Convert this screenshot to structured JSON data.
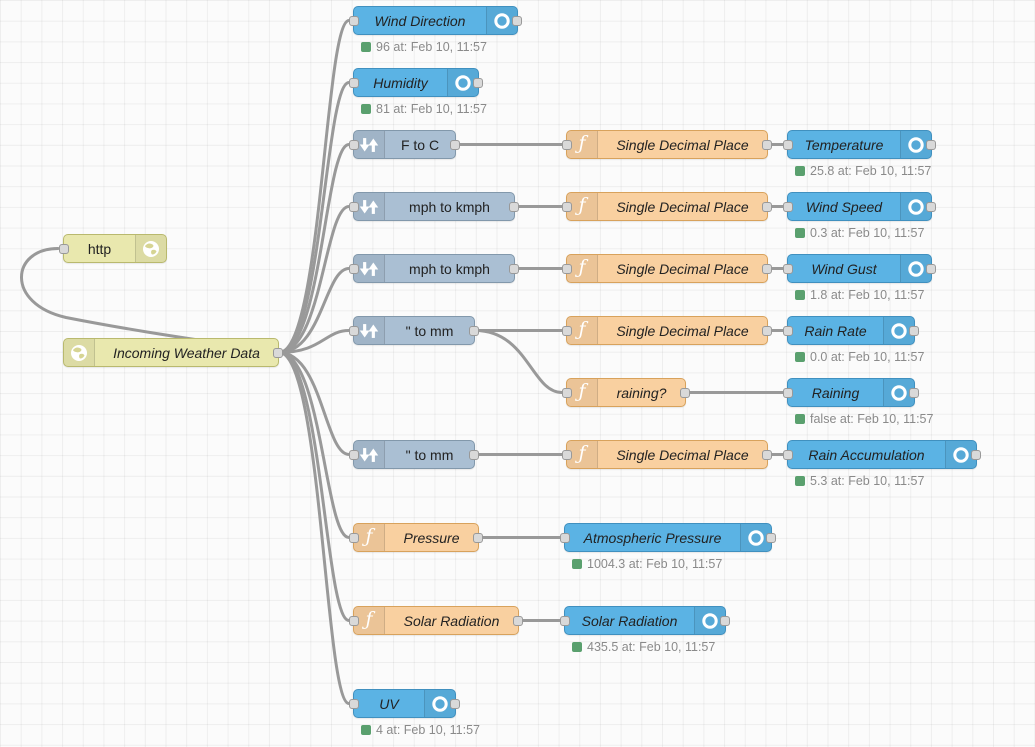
{
  "app": {
    "name": "Node-RED flow editor",
    "view": "flow-canvas"
  },
  "colors": {
    "dashboard_node_blue": "#5bb3e4",
    "function_node_orange": "#f9d0a0",
    "converter_node_gray": "#aabfd3",
    "http_node_khaki": "#e9e8ae",
    "status_green": "#5aa06e",
    "wire_gray": "#999999"
  },
  "flow": {
    "nodes": [
      {
        "id": "http-response",
        "type": "http-response",
        "label": "http",
        "italic": false,
        "icon": "globe",
        "icon_side": "right",
        "color": "khaki",
        "ports": [
          "in"
        ]
      },
      {
        "id": "incoming-weather-data",
        "type": "http-in",
        "label": "Incoming Weather Data",
        "italic": true,
        "icon": "globe",
        "icon_side": "left",
        "color": "khaki",
        "ports": [
          "out"
        ]
      },
      {
        "id": "wind-direction",
        "type": "dashboard",
        "label": "Wind Direction",
        "italic": true,
        "icon": "circle-gauge",
        "icon_side": "right",
        "color": "blue",
        "ports": [
          "in",
          "out"
        ],
        "status": "96 at: Feb 10, 11:57"
      },
      {
        "id": "humidity",
        "type": "dashboard",
        "label": "Humidity",
        "italic": true,
        "icon": "circle-gauge",
        "icon_side": "right",
        "color": "blue",
        "ports": [
          "in",
          "out"
        ],
        "status": "81 at: Feb 10, 11:57"
      },
      {
        "id": "f-to-c",
        "type": "range",
        "label": "F to C",
        "italic": false,
        "icon": "updown-arrows",
        "icon_side": "left",
        "color": "gray",
        "ports": [
          "in",
          "out"
        ]
      },
      {
        "id": "sdp-1",
        "type": "function",
        "label": "Single Decimal Place",
        "italic": true,
        "icon": "function-f",
        "icon_side": "left",
        "color": "orange",
        "ports": [
          "in",
          "out"
        ]
      },
      {
        "id": "temperature",
        "type": "dashboard",
        "label": "Temperature",
        "italic": true,
        "icon": "circle-gauge",
        "icon_side": "right",
        "color": "blue",
        "ports": [
          "in",
          "out"
        ],
        "status": "25.8 at: Feb 10, 11:57"
      },
      {
        "id": "mph-to-kmph-1",
        "type": "range",
        "label": "mph to kmph",
        "italic": false,
        "icon": "updown-arrows",
        "icon_side": "left",
        "color": "gray",
        "ports": [
          "in",
          "out"
        ]
      },
      {
        "id": "sdp-2",
        "type": "function",
        "label": "Single Decimal Place",
        "italic": true,
        "icon": "function-f",
        "icon_side": "left",
        "color": "orange",
        "ports": [
          "in",
          "out"
        ]
      },
      {
        "id": "wind-speed",
        "type": "dashboard",
        "label": "Wind Speed",
        "italic": true,
        "icon": "circle-gauge",
        "icon_side": "right",
        "color": "blue",
        "ports": [
          "in",
          "out"
        ],
        "status": "0.3 at: Feb 10, 11:57"
      },
      {
        "id": "mph-to-kmph-2",
        "type": "range",
        "label": "mph to kmph",
        "italic": false,
        "icon": "updown-arrows",
        "icon_side": "left",
        "color": "gray",
        "ports": [
          "in",
          "out"
        ]
      },
      {
        "id": "sdp-3",
        "type": "function",
        "label": "Single Decimal Place",
        "italic": true,
        "icon": "function-f",
        "icon_side": "left",
        "color": "orange",
        "ports": [
          "in",
          "out"
        ]
      },
      {
        "id": "wind-gust",
        "type": "dashboard",
        "label": "Wind Gust",
        "italic": true,
        "icon": "circle-gauge",
        "icon_side": "right",
        "color": "blue",
        "ports": [
          "in",
          "out"
        ],
        "status": "1.8 at: Feb 10, 11:57"
      },
      {
        "id": "in-to-mm-1",
        "type": "range",
        "label": "\" to mm",
        "italic": false,
        "icon": "updown-arrows",
        "icon_side": "left",
        "color": "gray",
        "ports": [
          "in",
          "out"
        ]
      },
      {
        "id": "sdp-4",
        "type": "function",
        "label": "Single Decimal Place",
        "italic": true,
        "icon": "function-f",
        "icon_side": "left",
        "color": "orange",
        "ports": [
          "in",
          "out"
        ]
      },
      {
        "id": "rain-rate",
        "type": "dashboard",
        "label": "Rain Rate",
        "italic": true,
        "icon": "circle-gauge",
        "icon_side": "right",
        "color": "blue",
        "ports": [
          "in",
          "out"
        ],
        "status": "0.0 at: Feb 10, 11:57"
      },
      {
        "id": "raining-fn",
        "type": "function",
        "label": "raining?",
        "italic": true,
        "icon": "function-f",
        "icon_side": "left",
        "color": "orange",
        "ports": [
          "in",
          "out"
        ]
      },
      {
        "id": "raining",
        "type": "dashboard",
        "label": "Raining",
        "italic": true,
        "icon": "circle-gauge",
        "icon_side": "right",
        "color": "blue",
        "ports": [
          "in",
          "out"
        ],
        "status": "false at: Feb 10, 11:57"
      },
      {
        "id": "in-to-mm-2",
        "type": "range",
        "label": "\" to mm",
        "italic": false,
        "icon": "updown-arrows",
        "icon_side": "left",
        "color": "gray",
        "ports": [
          "in",
          "out"
        ]
      },
      {
        "id": "sdp-5",
        "type": "function",
        "label": "Single Decimal Place",
        "italic": true,
        "icon": "function-f",
        "icon_side": "left",
        "color": "orange",
        "ports": [
          "in",
          "out"
        ]
      },
      {
        "id": "rain-accumulation",
        "type": "dashboard",
        "label": "Rain Accumulation",
        "italic": true,
        "icon": "circle-gauge",
        "icon_side": "right",
        "color": "blue",
        "ports": [
          "in",
          "out"
        ],
        "status": "5.3 at: Feb 10, 11:57"
      },
      {
        "id": "pressure-fn",
        "type": "function",
        "label": "Pressure",
        "italic": true,
        "icon": "function-f",
        "icon_side": "left",
        "color": "orange",
        "ports": [
          "in",
          "out"
        ]
      },
      {
        "id": "atmospheric-pressure",
        "type": "dashboard",
        "label": "Atmospheric Pressure",
        "italic": true,
        "icon": "circle-gauge",
        "icon_side": "right",
        "color": "blue",
        "ports": [
          "in",
          "out"
        ],
        "status": "1004.3 at: Feb 10, 11:57"
      },
      {
        "id": "solar-radiation-fn",
        "type": "function",
        "label": "Solar Radiation",
        "italic": true,
        "icon": "function-f",
        "icon_side": "left",
        "color": "orange",
        "ports": [
          "in",
          "out"
        ]
      },
      {
        "id": "solar-radiation",
        "type": "dashboard",
        "label": "Solar Radiation",
        "italic": true,
        "icon": "circle-gauge",
        "icon_side": "right",
        "color": "blue",
        "ports": [
          "in",
          "out"
        ],
        "status": "435.5 at: Feb 10, 11:57"
      },
      {
        "id": "uv",
        "type": "dashboard",
        "label": "UV",
        "italic": true,
        "icon": "circle-gauge",
        "icon_side": "right",
        "color": "blue",
        "ports": [
          "in",
          "out"
        ],
        "status": "4 at: Feb 10, 11:57"
      }
    ],
    "wires": [
      {
        "from": "incoming-weather-data",
        "to": "http-response"
      },
      {
        "from": "incoming-weather-data",
        "to": "wind-direction"
      },
      {
        "from": "incoming-weather-data",
        "to": "humidity"
      },
      {
        "from": "incoming-weather-data",
        "to": "f-to-c"
      },
      {
        "from": "incoming-weather-data",
        "to": "mph-to-kmph-1"
      },
      {
        "from": "incoming-weather-data",
        "to": "mph-to-kmph-2"
      },
      {
        "from": "incoming-weather-data",
        "to": "in-to-mm-1"
      },
      {
        "from": "incoming-weather-data",
        "to": "in-to-mm-2"
      },
      {
        "from": "incoming-weather-data",
        "to": "pressure-fn"
      },
      {
        "from": "incoming-weather-data",
        "to": "solar-radiation-fn"
      },
      {
        "from": "incoming-weather-data",
        "to": "uv"
      },
      {
        "from": "f-to-c",
        "to": "sdp-1"
      },
      {
        "from": "sdp-1",
        "to": "temperature"
      },
      {
        "from": "mph-to-kmph-1",
        "to": "sdp-2"
      },
      {
        "from": "sdp-2",
        "to": "wind-speed"
      },
      {
        "from": "mph-to-kmph-2",
        "to": "sdp-3"
      },
      {
        "from": "sdp-3",
        "to": "wind-gust"
      },
      {
        "from": "in-to-mm-1",
        "to": "sdp-4"
      },
      {
        "from": "sdp-4",
        "to": "rain-rate"
      },
      {
        "from": "in-to-mm-1",
        "to": "raining-fn"
      },
      {
        "from": "raining-fn",
        "to": "raining"
      },
      {
        "from": "in-to-mm-2",
        "to": "sdp-5"
      },
      {
        "from": "sdp-5",
        "to": "rain-accumulation"
      },
      {
        "from": "pressure-fn",
        "to": "atmospheric-pressure"
      },
      {
        "from": "solar-radiation-fn",
        "to": "solar-radiation"
      }
    ]
  }
}
